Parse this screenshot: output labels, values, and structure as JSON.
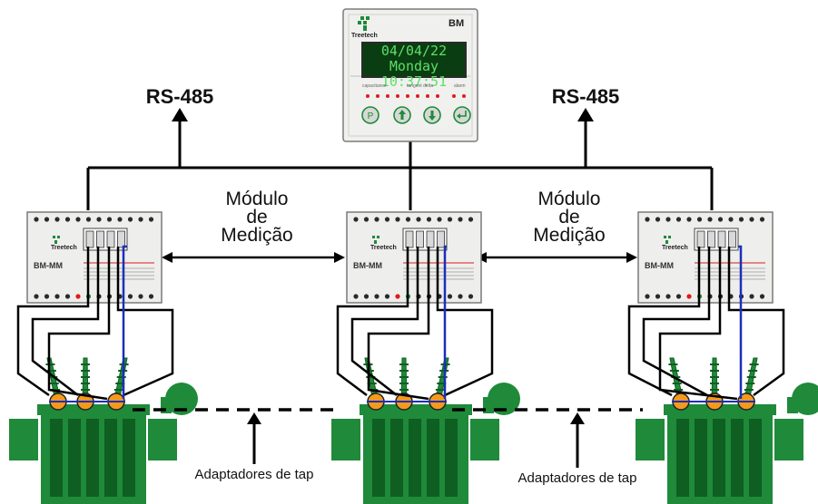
{
  "title_rs485_left": "RS-485",
  "title_rs485_right": "RS-485",
  "module_label_left": [
    "Módulo",
    "de",
    "Medição"
  ],
  "module_label_right": [
    "Módulo",
    "de",
    "Medição"
  ],
  "tap_label_left": "Adaptadores de tap",
  "tap_label_right": "Adaptadores de tap",
  "bm": {
    "brand": "Treetech",
    "model": "BM",
    "screen_line1": "04/04/22 Monday",
    "screen_line2": "10:37:51",
    "key_labels": [
      "capacitance",
      "tangent delta",
      "alarm"
    ]
  },
  "modules": [
    {
      "brand": "Treetech",
      "model": "BM-MM"
    },
    {
      "brand": "Treetech",
      "model": "BM-MM"
    },
    {
      "brand": "Treetech",
      "model": "BM-MM"
    }
  ],
  "colors": {
    "transformer_green": "#1f8a3a",
    "transformer_dark": "#0f5e22",
    "bushing_orange": "#f39a1e",
    "screen_bg": "#0b3d12",
    "screen_text": "#5be068",
    "wire_blue": "#1b2fb8",
    "led_red": "#e01b1b"
  }
}
